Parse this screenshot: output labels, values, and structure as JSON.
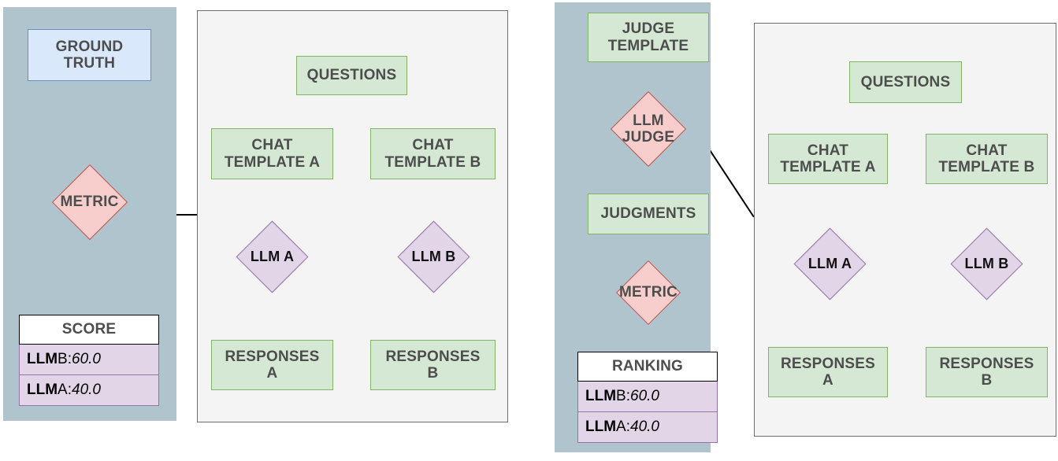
{
  "figure": {
    "title": "LLM evaluation pipelines: ground-truth scoring vs. LLM-as-judge ranking",
    "colors": {
      "panel_blue": "#b0c4ce",
      "panel_gray": "#f4f4f4",
      "green_fill": "#d5e8d4",
      "green_stroke": "#82b366",
      "blue_fill": "#dae8fc",
      "blue_stroke": "#6c8ebf",
      "pink_fill": "#f8cecc",
      "pink_stroke": "#b85450",
      "purple_fill": "#e1d5e7",
      "purple_stroke": "#9673a6",
      "text_gray": "#4d4d4d",
      "text_black": "#000000",
      "edge": "#000000"
    }
  },
  "left_diagram": {
    "eval_panel": {
      "ground_truth": "GROUND\nTRUTH",
      "metric": "METRIC",
      "result_table": {
        "header": "SCORE",
        "rows": [
          {
            "model": "LLM",
            "suffix": " B: ",
            "value": "60.0"
          },
          {
            "model": "LLM",
            "suffix": " A: ",
            "value": "40.0"
          }
        ]
      }
    },
    "generation_panel": {
      "questions": "QUESTIONS",
      "chat_template_a": "CHAT\nTEMPLATE A",
      "chat_template_b": "CHAT\nTEMPLATE B",
      "llm_a": "LLM A",
      "llm_b": "LLM B",
      "responses_a": "RESPONSES\nA",
      "responses_b": "RESPONSES\nB"
    }
  },
  "right_diagram": {
    "judge_panel": {
      "judge_template": "JUDGE\nTEMPLATE",
      "llm_judge": "LLM\nJUDGE",
      "judgments": "JUDGMENTS",
      "metric": "METRIC",
      "result_table": {
        "header": "RANKING",
        "rows": [
          {
            "model": "LLM",
            "suffix": " B: ",
            "value": "60.0"
          },
          {
            "model": "LLM",
            "suffix": " A: ",
            "value": "40.0"
          }
        ]
      }
    },
    "generation_panel": {
      "questions": "QUESTIONS",
      "chat_template_a": "CHAT\nTEMPLATE A",
      "chat_template_b": "CHAT\nTEMPLATE B",
      "llm_a": "LLM A",
      "llm_b": "LLM B",
      "responses_a": "RESPONSES\nA",
      "responses_b": "RESPONSES\nB"
    }
  }
}
